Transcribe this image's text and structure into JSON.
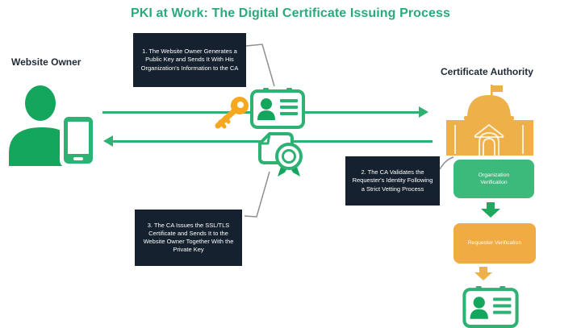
{
  "title": "PKI at Work: The Digital Certificate Issuing Process",
  "actors": {
    "website_owner": {
      "label": "Website Owner"
    },
    "certificate_authority": {
      "label": "Certificate Authority"
    }
  },
  "steps": [
    {
      "id": 1,
      "text": "1. The Website Owner Generates a Public Key and Sends It With His Organization's Information to the CA"
    },
    {
      "id": 2,
      "text": "2. The CA Validates the Requester's Identity Following a Strict Vetting Process"
    },
    {
      "id": 3,
      "text": "3. The CA Issues the SSL/TLS Certificate and Sends It to the Website Owner Together With the Private Key"
    }
  ],
  "verification": {
    "organization": "Organization Verification",
    "requester": "Requester Verification"
  },
  "icons": [
    "website-owner-person-icon",
    "phone-icon",
    "public-key-icon",
    "id-card-icon",
    "ssl-certificate-icon",
    "ca-building-icon",
    "down-arrow-green-icon",
    "down-arrow-orange-icon",
    "requester-id-card-icon"
  ],
  "colors": {
    "title_green": "#2aaa7a",
    "solid_green": "#14a65c",
    "outline_green": "#2db274",
    "verify_green_box": "#3cba7c",
    "orange": "#eeb049",
    "orange_box": "#f0ab42",
    "key_gold": "#f6a81e",
    "dark_box": "#15212e",
    "connector_gray": "#8f8f8f"
  }
}
